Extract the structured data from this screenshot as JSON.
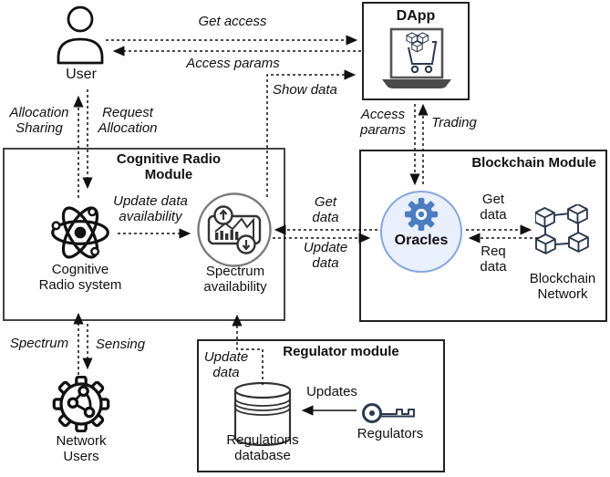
{
  "modules": {
    "dapp": "DApp",
    "cognitive_radio": "Cognitive Radio\nModule",
    "blockchain": "Blockchain Module",
    "regulator": "Regulator module"
  },
  "nodes": {
    "user": "User",
    "cognitive_radio_system": "Cognitive\nRadio system",
    "spectrum_availability": "Spectrum\navailability",
    "oracles": "Oracles",
    "blockchain_network": "Blockchain\nNetwork",
    "network_users": "Network\nUsers",
    "regulations_database": "Regulations\ndatabase",
    "regulators": "Regulators"
  },
  "edges": {
    "get_access": "Get access",
    "access_params_user": "Access params",
    "show_data": "Show data",
    "allocation_sharing": "Allocation\nSharing",
    "request_allocation": "Request\nAllocation",
    "update_data_availability": "Update data\navailability",
    "access_params_dapp": "Access\nparams",
    "trading": "Trading",
    "get_data_mid": "Get\ndata",
    "update_data_mid": "Update\ndata",
    "get_data_bc": "Get\ndata",
    "req_data_bc": "Req\ndata",
    "spectrum": "Spectrum",
    "sensing": "Sensing",
    "update_data_reg": "Update\ndata",
    "updates": "Updates"
  },
  "colors": {
    "ink": "#111111",
    "icon_navy": "#2b3a4f",
    "oracles_fill": "#e9effb",
    "oracles_border": "#86a7dc",
    "oracles_gear": "#4c7dc0"
  }
}
